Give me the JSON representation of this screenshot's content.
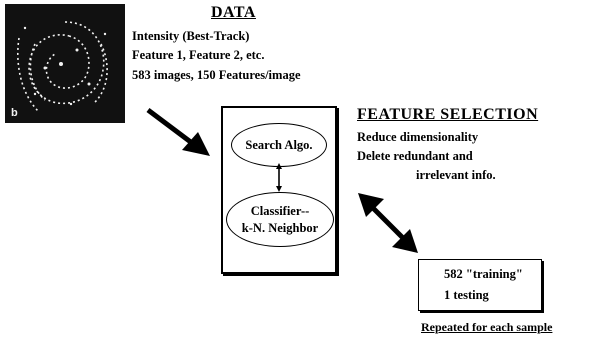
{
  "data_section": {
    "heading": "DATA",
    "line1": "Intensity (Best-Track)",
    "line2": "Feature 1, Feature 2, etc.",
    "line3": "583 images, 150 Features/image"
  },
  "image": {
    "corner_label": "b"
  },
  "process_box": {
    "search": "Search Algo.",
    "classifier_line1": "Classifier--",
    "classifier_line2": "k-N. Neighbor"
  },
  "feature_selection": {
    "heading": "FEATURE SELECTION",
    "line1": "Reduce dimensionality",
    "line2": "Delete redundant and",
    "line3": "irrelevant info."
  },
  "split_box": {
    "line1": "582 \"training\"",
    "line2": "1 testing"
  },
  "repeat_note": "Repeated for each sample"
}
